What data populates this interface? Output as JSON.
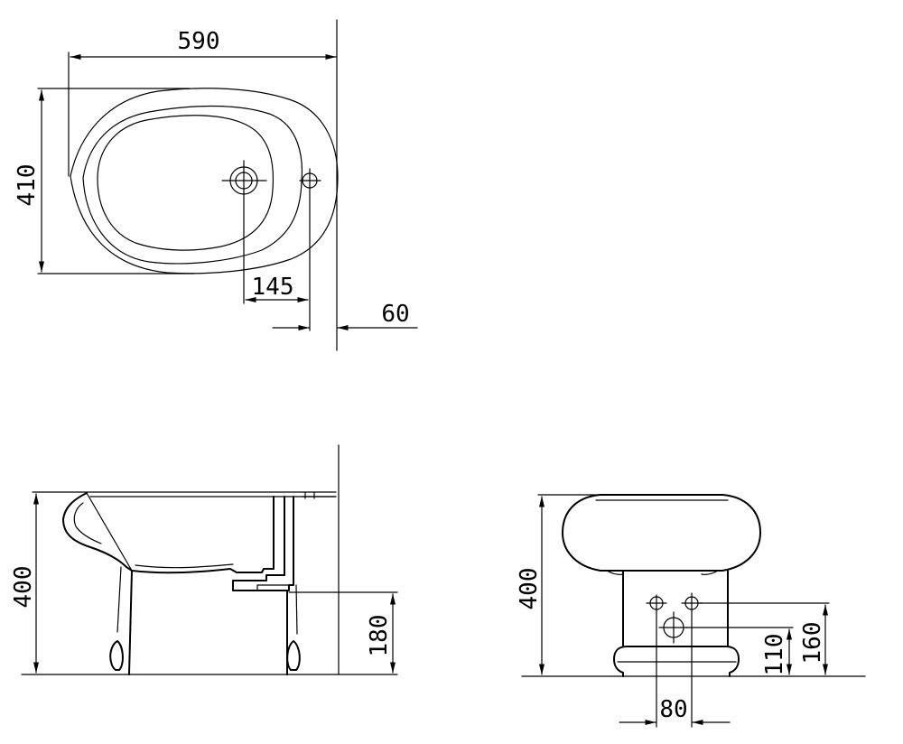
{
  "colors": {
    "line": "#000000",
    "background": "#ffffff"
  },
  "top_view": {
    "width": "590",
    "depth": "410",
    "tap_hole_offset": "145",
    "wall_offset": "60"
  },
  "side_view": {
    "height": "400",
    "outlet_height": "180"
  },
  "front_view": {
    "height": "400",
    "supply_height": "160",
    "outlet_height": "110",
    "supply_spacing": "80"
  }
}
